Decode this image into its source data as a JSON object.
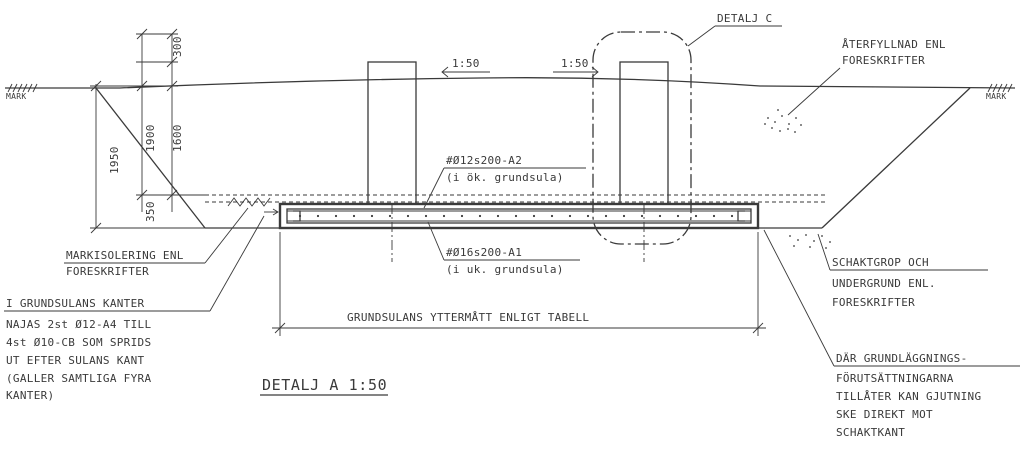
{
  "title": "DETALJ A  1:50",
  "detail_c_label": "DETALJ C",
  "scale_left": "1:50",
  "scale_right": "1:50",
  "ground_left": "MARK",
  "ground_right": "MARK",
  "dimensions": {
    "d300": "300",
    "d1900": "1900",
    "d1600": "1600",
    "d1950": "1950",
    "d350": "350"
  },
  "backfill": [
    "ÅTERFYLLNAD ENL",
    "FORESKRIFTER"
  ],
  "rebar_top": [
    "#Ø12s200-A2",
    "(i ök. grundsula)"
  ],
  "rebar_bottom": [
    "#Ø16s200-A1",
    "(i uk. grundsula)"
  ],
  "insulation": [
    "MARKISOLERING ENL",
    "FORESKRIFTER"
  ],
  "edge_note": [
    "I GRUNDSULANS KANTER",
    "NAJAS 2st Ø12-A4 TILL",
    "4st Ø10-CB SOM SPRIDS",
    "UT EFTER SULANS KANT",
    "(GALLER SAMTLIGA FYRA",
    "KANTER)"
  ],
  "footing_dimension": "GRUNDSULANS YTTERMÅTT ENLIGT TABELL",
  "trench_note": [
    "SCHAKTGROP OCH",
    "UNDERGRUND ENL.",
    "FORESKRIFTER"
  ],
  "foundation_note": [
    "DÄR GRUNDLÄGGNINGS-",
    "FÖRUTSÄTTNINGARNA",
    "TILLÅTER KAN GJUTNING",
    "SKE DIREKT MOT",
    "SCHAKTKANT"
  ]
}
